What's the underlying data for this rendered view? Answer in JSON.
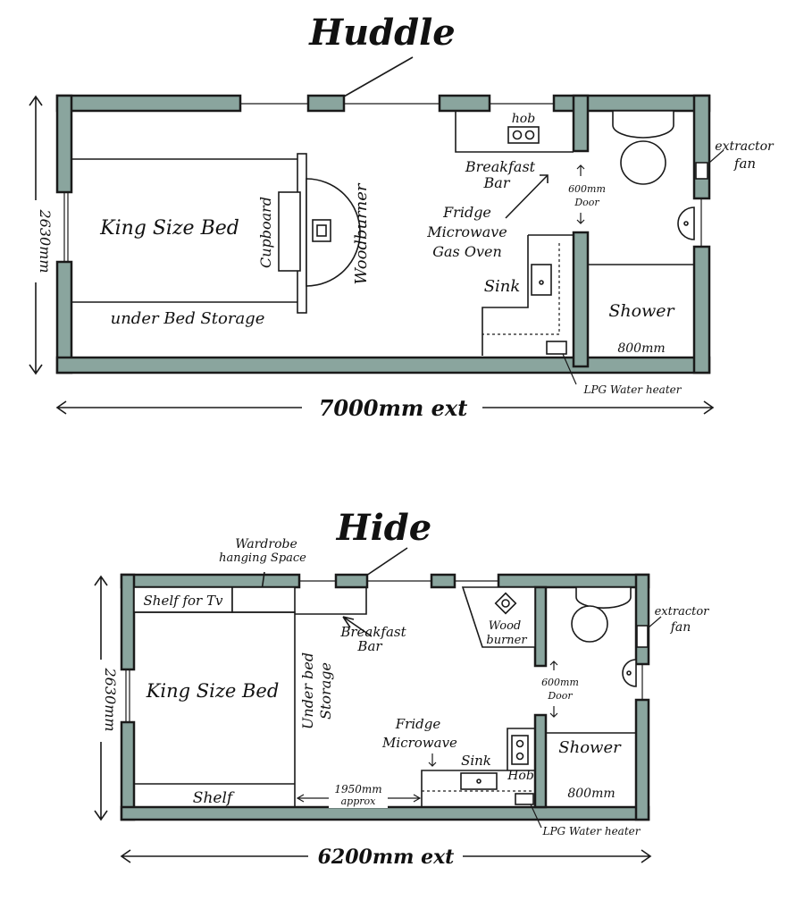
{
  "huddle": {
    "title": "Huddle",
    "bed": "King Size Bed",
    "under_bed": "under Bed Storage",
    "cupboard": "Cupboard",
    "woodburner": "Woodburner",
    "hob": "hob",
    "breakfast_bar_1": "Breakfast",
    "breakfast_bar_2": "Bar",
    "fridge_1": "Fridge",
    "fridge_2": "Microwave",
    "fridge_3": "Gas Oven",
    "sink": "Sink",
    "door_1": "600mm",
    "door_2": "Door",
    "extractor_1": "extractor",
    "extractor_2": "fan",
    "shower": "Shower",
    "shower_size": "800mm",
    "lpg": "LPG Water heater",
    "width": "7000mm ext",
    "height": "2630mm"
  },
  "hide": {
    "title": "Hide",
    "wardrobe_1": "Wardrobe",
    "wardrobe_2": "hanging Space",
    "shelf_tv": "Shelf for Tv",
    "bed": "King Size Bed",
    "shelf": "Shelf",
    "under_bed_1": "Under bed",
    "under_bed_2": "Storage",
    "breakfast_bar_1": "Breakfast",
    "breakfast_bar_2": "Bar",
    "wood_1": "Wood",
    "wood_2": "burner",
    "extractor_1": "extractor",
    "extractor_2": "fan",
    "door_1": "600mm",
    "door_2": "Door",
    "fridge_1": "Fridge",
    "fridge_2": "Microwave",
    "sink": "Sink",
    "hob": "Hob",
    "shower": "Shower",
    "shower_size": "800mm",
    "gap_1": "1950mm",
    "gap_2": "approx",
    "lpg": "LPG Water heater",
    "width": "6200mm ext",
    "height": "2630mm"
  }
}
